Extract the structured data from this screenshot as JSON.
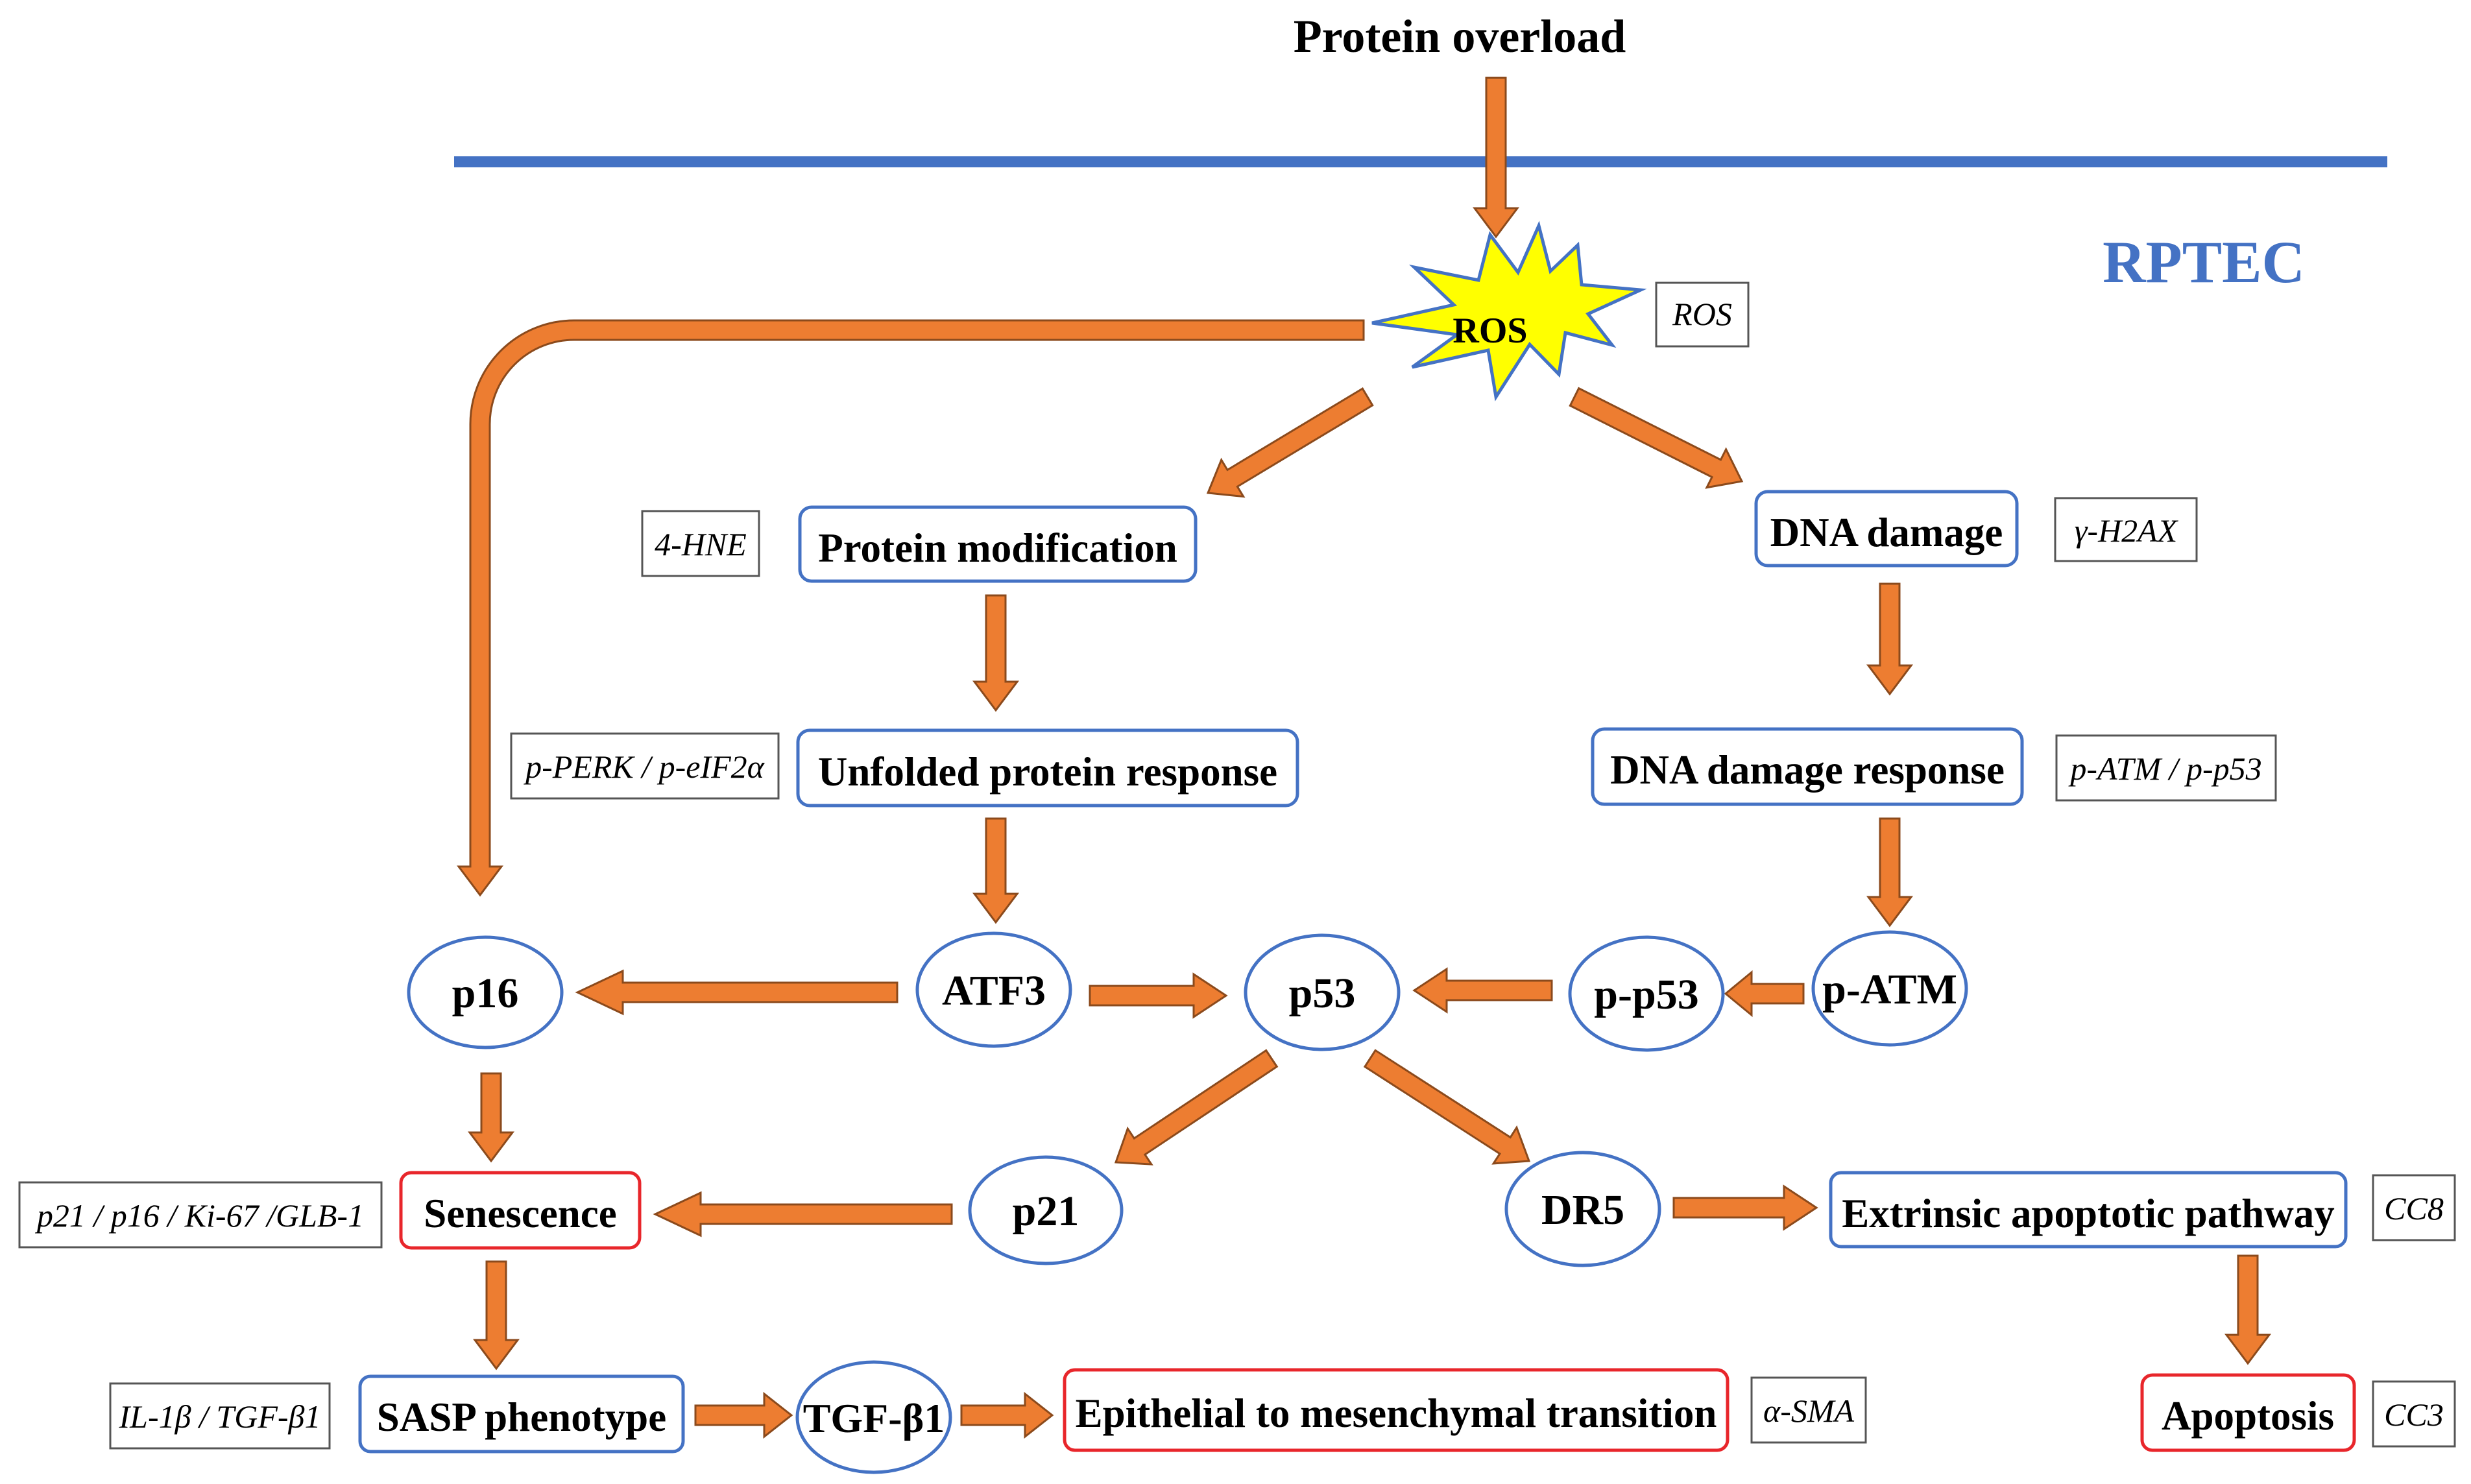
{
  "colors": {
    "arrow_fill": "#ED7D31",
    "arrow_stroke": "#8B4A1C",
    "node_border": "#4472C4",
    "outcome_border": "#E8262B",
    "membrane": "#4472C4",
    "cell_label": "#4472C4",
    "ros_fill": "#FFFF00"
  },
  "stimulus": "Protein overload",
  "cell_label": "RPTEC",
  "nodes": {
    "ros": "ROS",
    "protein_modification": "Protein modification",
    "dna_damage": "DNA damage",
    "upr": "Unfolded protein response",
    "ddr": "DNA damage response",
    "p16": "p16",
    "atf3": "ATF3",
    "p53": "p53",
    "p_p53": "p-p53",
    "p_atm": "p-ATM",
    "senescence": "Senescence",
    "p21": "p21",
    "dr5": "DR5",
    "extrinsic": "Extrinsic apoptotic pathway",
    "sasp": "SASP phenotype",
    "tgfb1": "TGF-β1",
    "emt": "Epithelial to mesenchymal transition",
    "apoptosis": "Apoptosis"
  },
  "markers": {
    "ros": "ROS",
    "protein_modification": "4-HNE",
    "dna_damage": "γ-H2AX",
    "upr": "p-PERK / p-eIF2α",
    "ddr": "p-ATM / p-p53",
    "senescence": "p21 / p16 / Ki-67 /GLB-1",
    "extrinsic": "CC8",
    "sasp": "IL-1β / TGF-β1",
    "emt": "α-SMA",
    "apoptosis": "CC3"
  }
}
